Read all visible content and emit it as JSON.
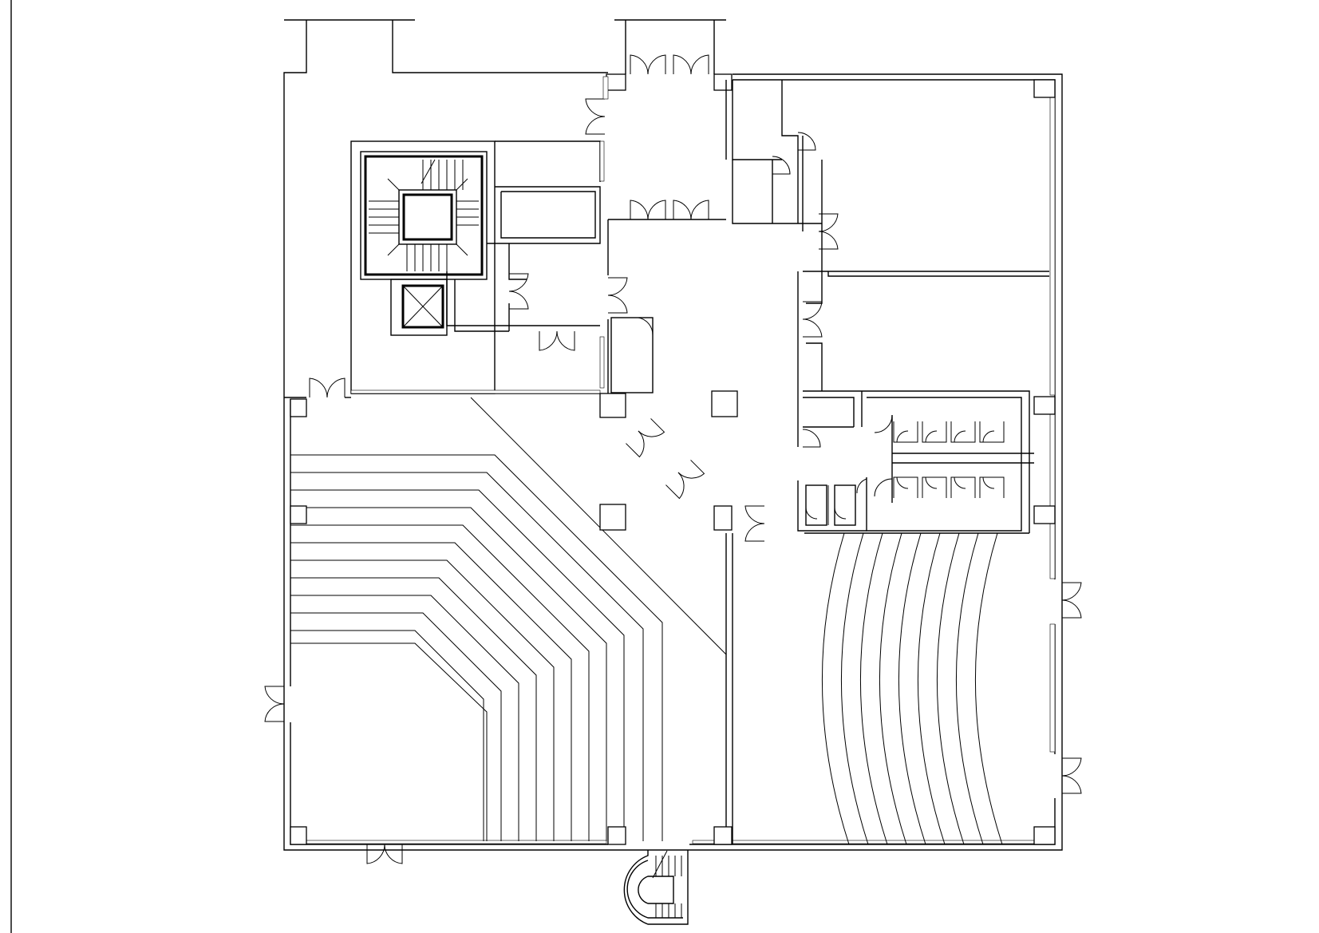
{
  "drawing": {
    "type": "architectural-floor-plan",
    "background_color": "#ffffff",
    "line_color": "#000000",
    "elements": [
      "frame-border-line",
      "outer-wall",
      "stair-core",
      "elevator-shaft",
      "entrance-doors",
      "tiered-seating-lecture-hall",
      "curved-seating-lecture-hall",
      "office-rooms",
      "restroom-stalls",
      "exterior-spiral-stair",
      "structural-columns"
    ]
  }
}
